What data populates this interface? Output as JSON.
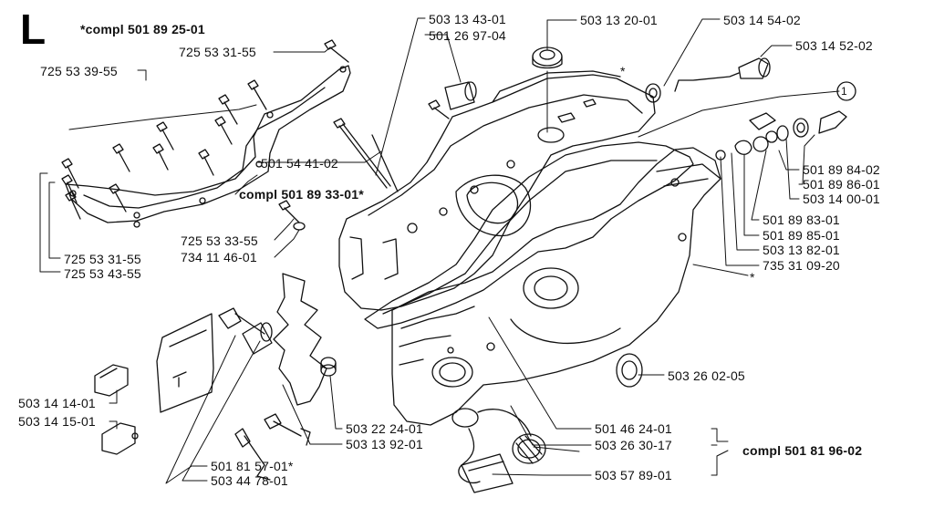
{
  "section_letter": "L",
  "kit_main": "*compl 501 89 25-01",
  "kit_gasket": "compl 501 89 33-01*",
  "kit_tank": "compl 501 81 96-02",
  "callout_number": "1",
  "part_labels": {
    "p_725_53_31_55_top": "725 53 31-55",
    "p_725_53_39_55": "725 53 39-55",
    "p_725_53_31_55_bottom": "725 53 31-55",
    "p_725_53_43_55": "725 53 43-55",
    "p_501_54_41_02": "501 54 41-02",
    "p_725_53_33_55": "725 53 33-55",
    "p_734_11_46_01": "734 11 46-01",
    "p_503_13_43_01": "503 13 43-01",
    "p_501_26_97_04": "501 26 97-04",
    "p_503_13_20_01": "503 13 20-01",
    "p_503_14_54_02": "503 14 54-02",
    "p_503_14_52_02": "503 14 52-02",
    "p_501_89_84_02": "501 89 84-02",
    "p_501_89_86_01": "501 89 86-01",
    "p_503_14_00_01": "503 14 00-01",
    "p_501_89_83_01": "501 89 83-01",
    "p_501_89_85_01": "501 89 85-01",
    "p_503_13_82_01": "503 13 82-01",
    "p_735_31_09_20": "735 31 09-20",
    "p_503_26_02_05": "503 26 02-05",
    "p_503_14_14_01": "503 14 14-01",
    "p_503_14_15_01": "503 14 15-01",
    "p_503_22_24_01": "503 22 24-01",
    "p_503_13_92_01": "503 13 92-01",
    "p_501_46_24_01": "501 46 24-01",
    "p_503_26_30_17": "503 26 30-17",
    "p_501_81_57_01": "501 81 57-01*",
    "p_503_44_78_01": "503 44 78-01",
    "p_503_57_89_01": "503 57 89-01"
  },
  "asterisk": "*",
  "colors": {
    "ink": "#111111",
    "paper": "#ffffff",
    "shade": "#777777"
  }
}
